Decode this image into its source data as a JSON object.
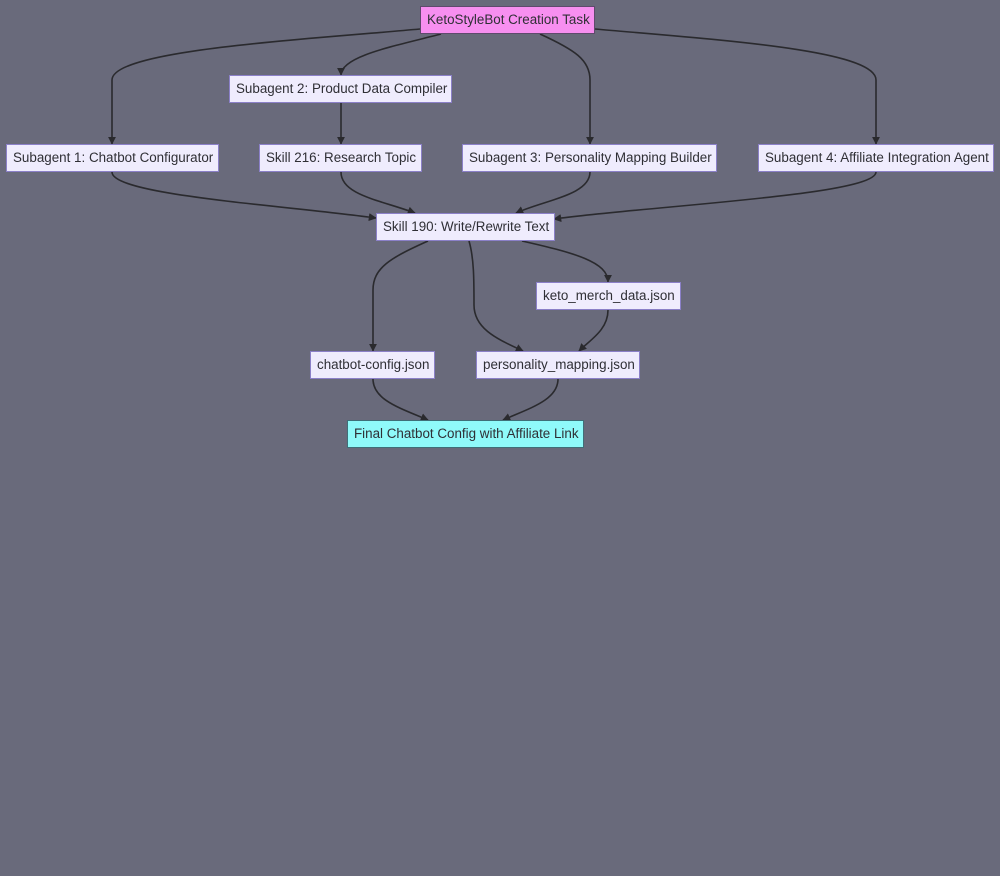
{
  "diagram": {
    "colors": {
      "background": "#696a7b",
      "node_fill": "#efecfd",
      "node_border": "#8b80c8",
      "root_fill": "#f78ff0",
      "final_fill": "#8ffafa",
      "edge": "#2a2a2e"
    },
    "nodes": {
      "root": "KetoStyleBot Creation Task",
      "subagent2": "Subagent 2: Product Data Compiler",
      "subagent1": "Subagent 1: Chatbot Configurator",
      "skill216": "Skill 216: Research Topic",
      "subagent3": "Subagent 3: Personality Mapping Builder",
      "subagent4": "Subagent 4: Affiliate Integration Agent",
      "skill190": "Skill 190: Write/Rewrite Text",
      "keto_merch": "keto_merch_data.json",
      "chatbot_config": "chatbot-config.json",
      "personality_mapping": "personality_mapping.json",
      "final": "Final Chatbot Config with Affiliate Link"
    }
  }
}
